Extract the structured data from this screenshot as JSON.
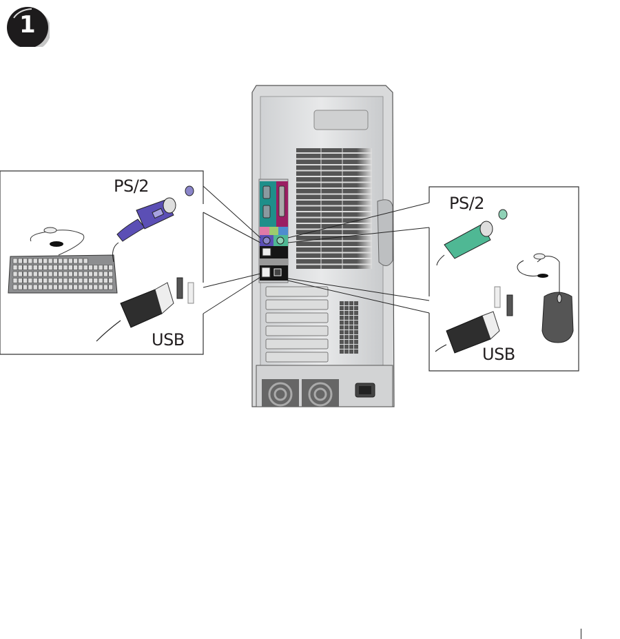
{
  "step": {
    "number": "1",
    "icon": "step-number-badge"
  },
  "left_callout": {
    "device": "keyboard",
    "connectors": [
      {
        "label": "PS/2",
        "color": "#5b4fb5",
        "icon": "ps2-connector-purple-icon"
      },
      {
        "label": "USB",
        "color": "#3a3a3a",
        "icon": "usb-connector-icon"
      }
    ]
  },
  "right_callout": {
    "device": "mouse",
    "connectors": [
      {
        "label": "PS/2",
        "color": "#4fb894",
        "icon": "ps2-connector-green-icon"
      },
      {
        "label": "USB",
        "color": "#3a3a3a",
        "icon": "usb-connector-icon"
      }
    ]
  },
  "computer": {
    "view": "back-panel",
    "port_colors": {
      "serial": "#1f8f8a",
      "parallel": "#9b1f63",
      "ps2_keyboard": "#5b4fb5",
      "ps2_mouse": "#4fb894",
      "audio_pink": "#e27aa7",
      "audio_green": "#9ccb6e",
      "audio_blue": "#4e8ccf"
    }
  }
}
